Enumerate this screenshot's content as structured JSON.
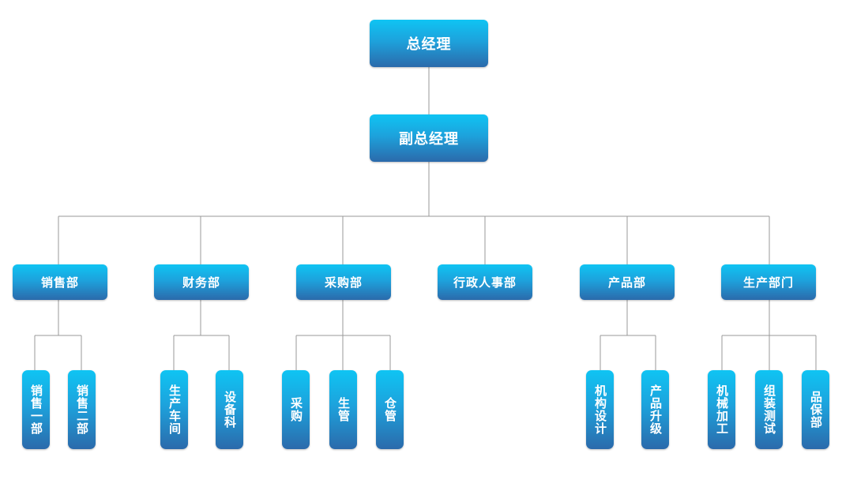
{
  "org": {
    "root": "总经理",
    "deputy": "副总经理",
    "departments": [
      {
        "name": "销售部",
        "subs": [
          "销售一部",
          "销售二部"
        ]
      },
      {
        "name": "财务部",
        "subs": [
          "生产车间",
          "设备科"
        ]
      },
      {
        "name": "采购部",
        "subs": [
          "采购",
          "生管",
          "仓管"
        ]
      },
      {
        "name": "行政人事部",
        "subs": []
      },
      {
        "name": "产品部",
        "subs": [
          "机构设计",
          "产品升级"
        ]
      },
      {
        "name": "生产部门",
        "subs": [
          "机械加工",
          "组装测试",
          "品保部"
        ]
      }
    ]
  },
  "colors": {
    "node_top": "#0fc4f3",
    "node_bottom": "#2b6aab",
    "connector": "#999999"
  }
}
